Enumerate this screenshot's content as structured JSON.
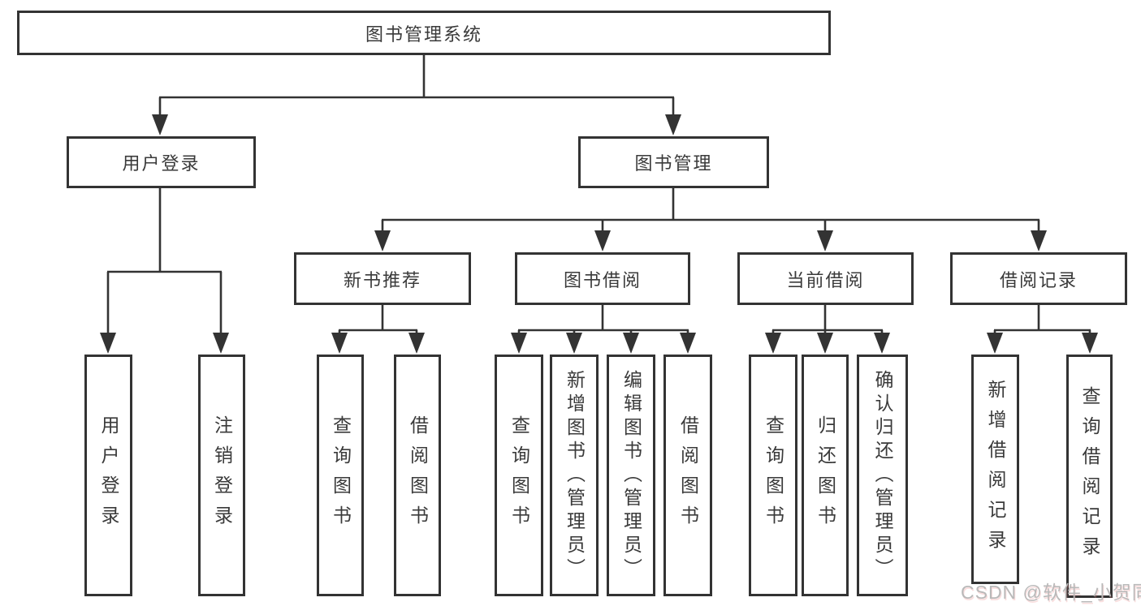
{
  "diagram": {
    "root": {
      "label": "图书管理系统"
    },
    "branches": [
      {
        "label": "用户登录",
        "children": [
          {
            "label": "用户登录"
          },
          {
            "label": "注销登录"
          }
        ]
      },
      {
        "label": "图书管理",
        "children": [
          {
            "label": "新书推荐",
            "children": [
              {
                "label": "查询图书"
              },
              {
                "label": "借阅图书"
              }
            ]
          },
          {
            "label": "图书借阅",
            "children": [
              {
                "label": "查询图书"
              },
              {
                "label": "新增图书（管理员）"
              },
              {
                "label": "编辑图书（管理员）"
              },
              {
                "label": "借阅图书"
              }
            ]
          },
          {
            "label": "当前借阅",
            "children": [
              {
                "label": "查询图书"
              },
              {
                "label": "归还图书"
              },
              {
                "label": "确认归还（管理员）"
              }
            ]
          },
          {
            "label": "借阅记录",
            "children": [
              {
                "label": "新增借阅记录"
              },
              {
                "label": "查询借阅记录"
              }
            ]
          }
        ]
      }
    ]
  },
  "watermark": {
    "text": "CSDN @软件_小贺同学"
  },
  "colors": {
    "line": "#333333",
    "border": "#333333",
    "text": "#3a3a3a",
    "watermark": "#b9b9b9",
    "background": "#ffffff"
  }
}
